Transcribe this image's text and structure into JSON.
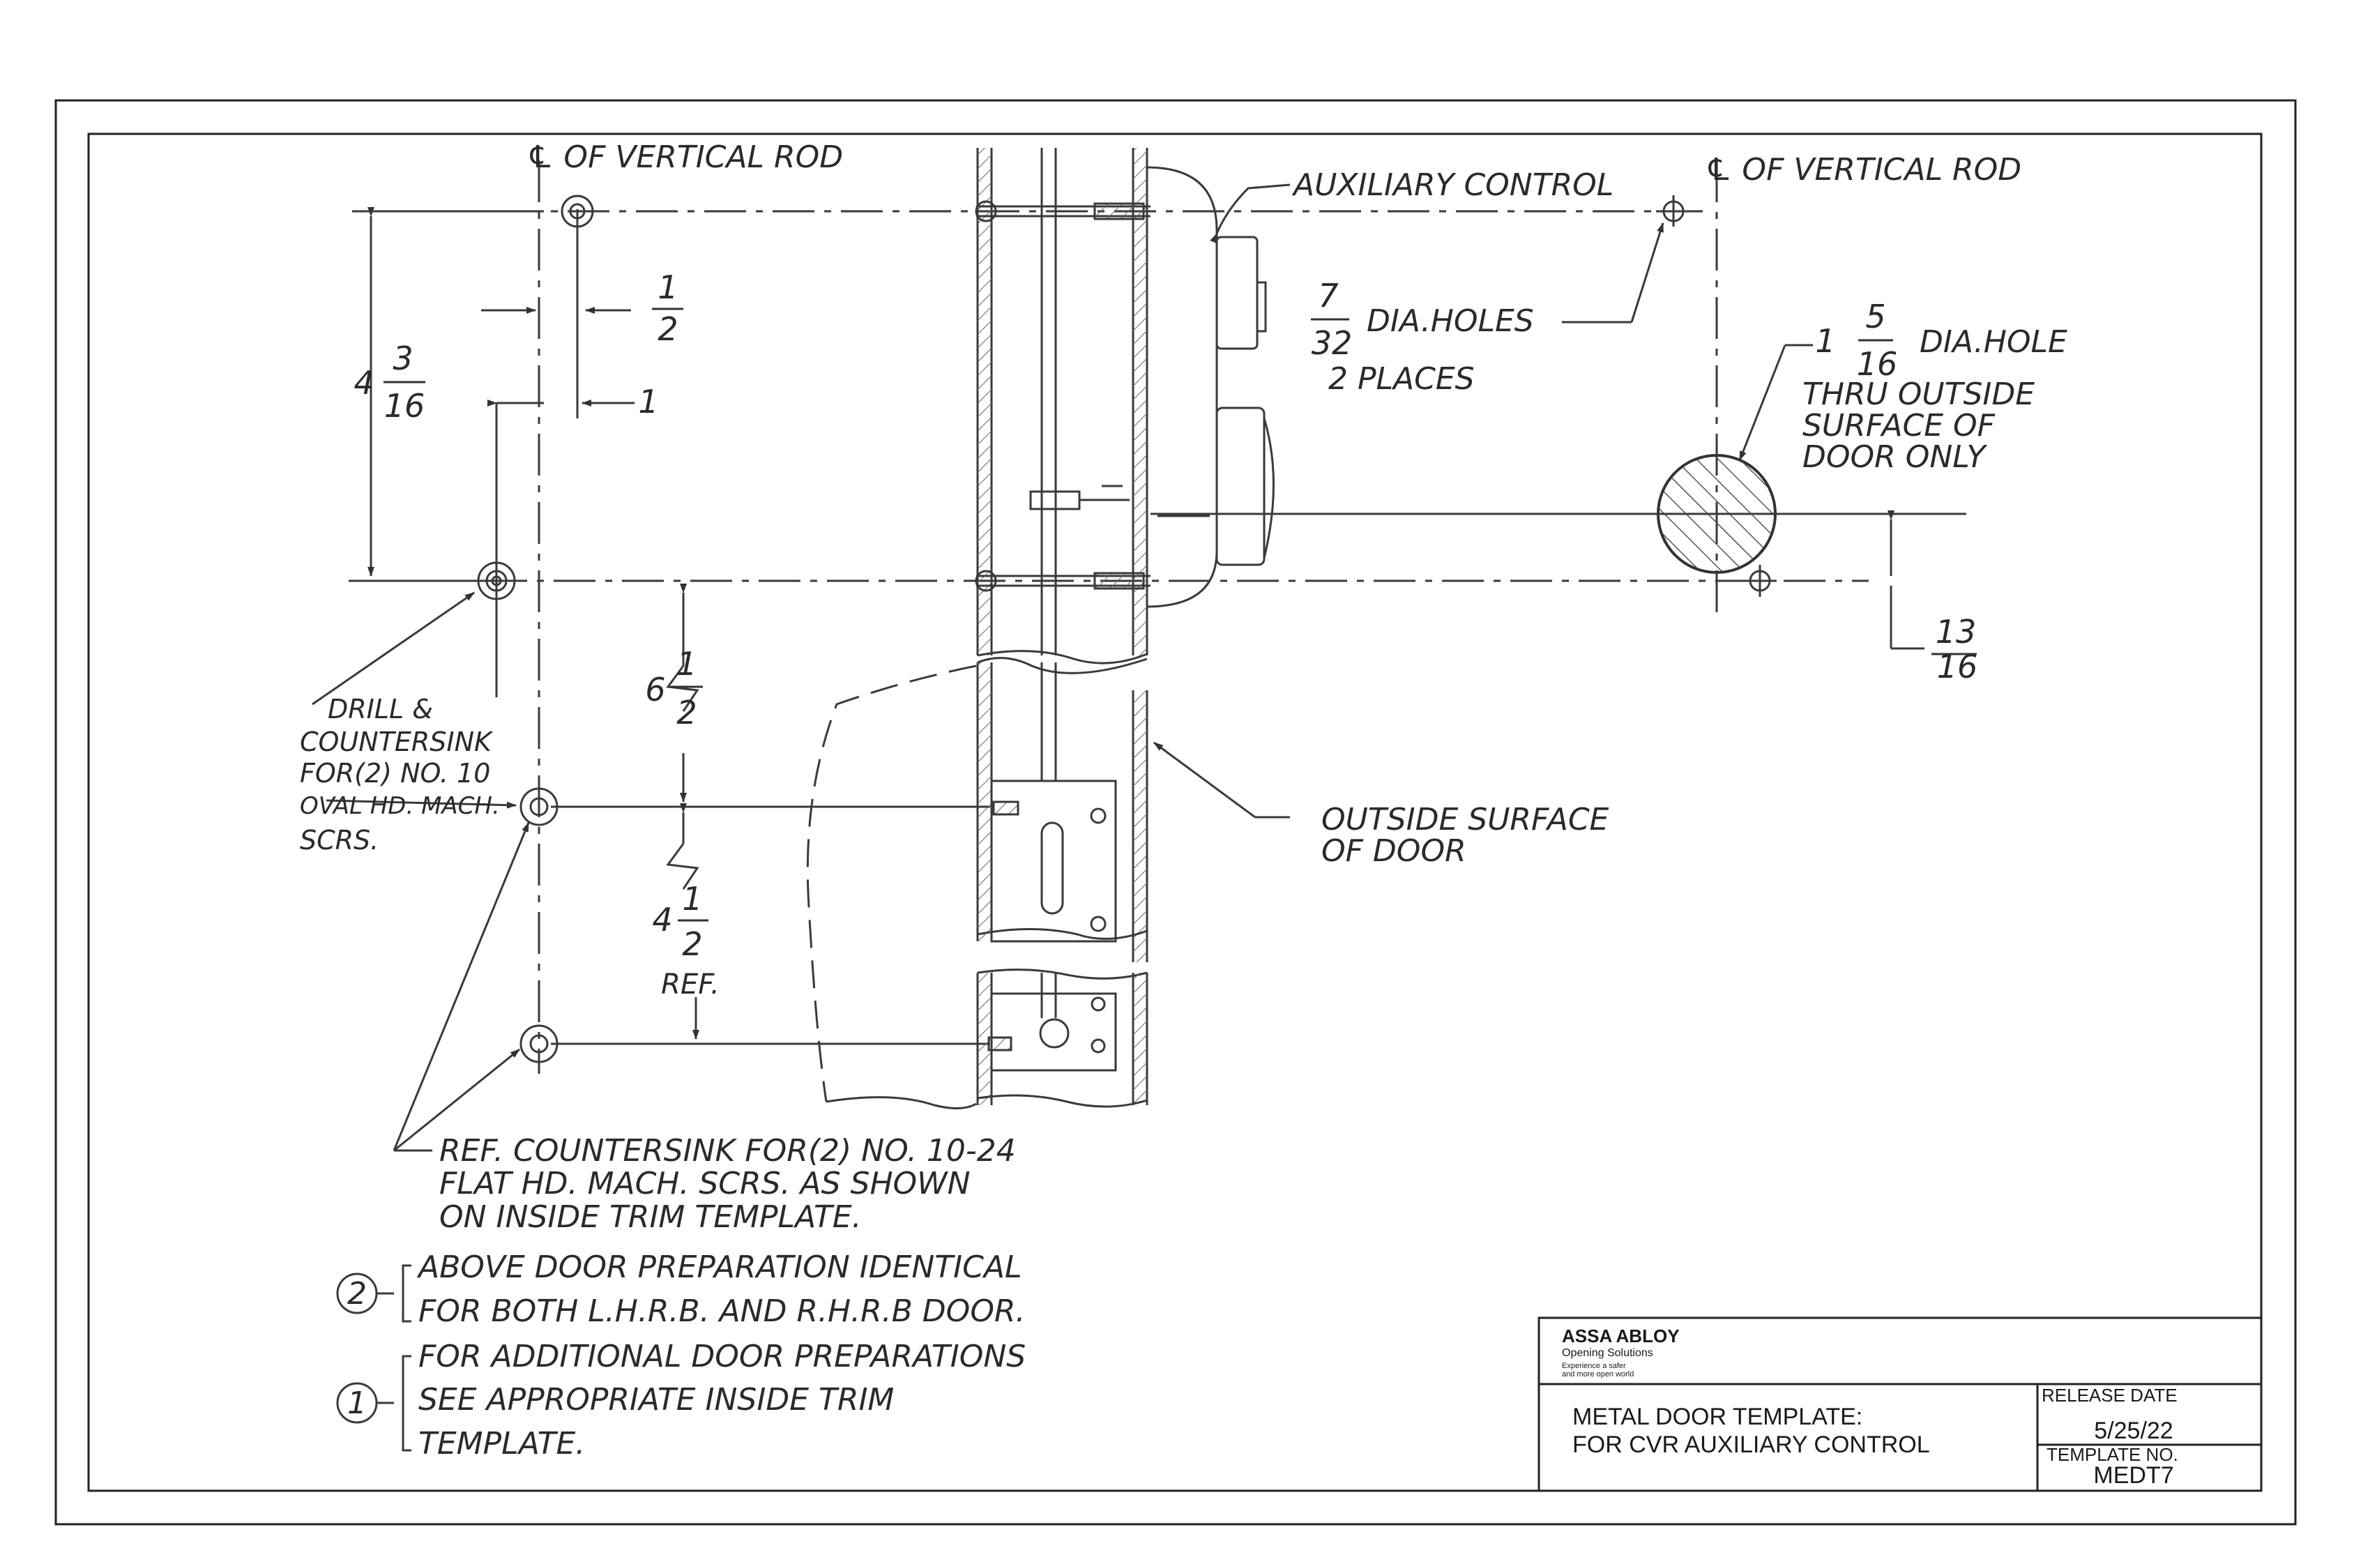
{
  "callouts": {
    "cl_rod_left": "℄ OF VERTICAL ROD",
    "cl_rod_right": "℄ OF VERTICAL ROD",
    "aux_control": "AUXILIARY CONTROL",
    "holes_line1": "DIA.HOLES",
    "holes_line2": "2 PLACES",
    "big_hole_line1": "DIA.HOLE",
    "big_hole_line2": "THRU OUTSIDE",
    "big_hole_line3": "SURFACE OF",
    "big_hole_line4": "DOOR ONLY",
    "outside_surface_line1": "OUTSIDE SURFACE",
    "outside_surface_line2": "OF DOOR",
    "drill_line1": "DRILL &",
    "drill_line2": "COUNTERSINK",
    "drill_line3": "FOR(2) NO. 10",
    "drill_line4": "OVAL HD. MACH.",
    "drill_line5": "SCRS.",
    "ref_line1": "REF. COUNTERSINK FOR(2) NO. 10-24",
    "ref_line2": "FLAT HD. MACH. SCRS. AS SHOWN",
    "ref_line3": "ON INSIDE TRIM TEMPLATE."
  },
  "dimensions": {
    "d_4_whole": "4",
    "d_4_num": "3",
    "d_4_den": "16",
    "d_half_num": "1",
    "d_half_den": "2",
    "d_one": "1",
    "d_6_whole": "6",
    "d_6_num": "1",
    "d_6_den": "2",
    "d_4b_whole": "4",
    "d_4b_num": "1",
    "d_4b_den": "2",
    "d_4b_ref": "REF.",
    "d_732_num": "7",
    "d_732_den": "32",
    "d_1516_whole": "1",
    "d_1516_num": "5",
    "d_1516_den": "16",
    "d_1316_num": "13",
    "d_1316_den": "16"
  },
  "notes": {
    "note2_marker": "2",
    "note2_line1": "ABOVE DOOR PREPARATION IDENTICAL",
    "note2_line2": "FOR BOTH L.H.R.B. AND R.H.R.B DOOR.",
    "note1_marker": "1",
    "note1_line1": "FOR ADDITIONAL DOOR PREPARATIONS",
    "note1_line2": "SEE APPROPRIATE INSIDE TRIM",
    "note1_line3": "TEMPLATE."
  },
  "title_block": {
    "brand": "ASSA ABLOY",
    "brand_sub": "Opening Solutions",
    "tagline1": "Experience a safer",
    "tagline2": "and more open world",
    "title_line1": "METAL DOOR TEMPLATE:",
    "title_line2": "FOR CVR AUXILIARY CONTROL",
    "release_label": "RELEASE DATE",
    "release_value": "5/25/22",
    "template_label": "TEMPLATE NO.",
    "template_value": "MEDT7"
  },
  "colors": {
    "line": "#3a3a3a",
    "frame": "#222222",
    "paper": "#ffffff"
  }
}
